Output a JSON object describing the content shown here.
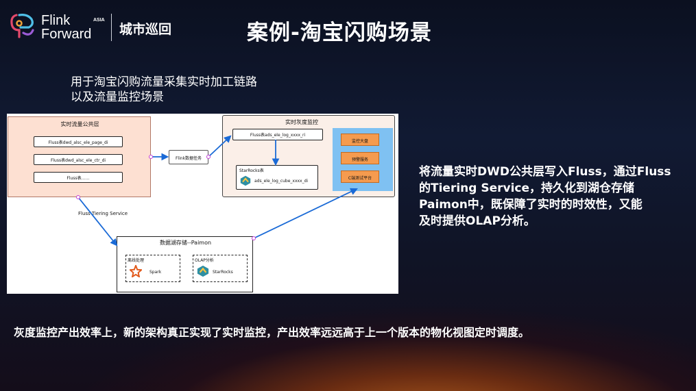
{
  "header": {
    "logo_line1": "Flink",
    "logo_line2": "Forward",
    "logo_asia": "ASIA",
    "city_tour": "城市巡回",
    "title": "案例-淘宝闪购场景"
  },
  "subtitle": {
    "line1": "用于淘宝闪购流量采集实时加工链路",
    "line2": "以及流量监控场景"
  },
  "diagram": {
    "public_layer": {
      "title": "实时流量公共层",
      "tables": [
        "Fluss表dwd_alsc_ele_page_di",
        "Fluss表dwd_alsc_ele_ctr_di",
        "Fluss表……"
      ]
    },
    "flink_task": "Flink数据任务",
    "gray_monitor": {
      "title": "实时灰度监控",
      "fluss_table": "Fluss表ads_ele_log_xxxx_ri",
      "starrocks_table_label": "StarRocks表",
      "starrocks_table_name": "ads_ele_log_cube_xxxx_di",
      "apps": [
        "监控大盘",
        "预警服务",
        "C端测试平台"
      ]
    },
    "tiering_label": "Fluss Tiering Service",
    "lake": {
      "title": "数据湖存储--Paimon",
      "offline_label": "离线处理",
      "spark_label": "Spark",
      "olap_label": "OLAP分析",
      "starrocks_label": "StarRocks"
    },
    "colors": {
      "public_layer_bg": "#fde0d2",
      "monitor_bg": "#fbefe8",
      "apps_bg": "#7fc1f2",
      "app_button": "#f59b4f",
      "arrow": "#1a6ad6"
    }
  },
  "right_text": {
    "line1": "将流量实时DWD公共层写入Fluss，通过Fluss",
    "line2_prefix": "的",
    "line2_bold": "Tiering Service",
    "line2_suffix": "，持久化到湖仓存储",
    "line3": "Paimon中，既保障了实时的时效性，又能",
    "line4": "及时提供OLAP分析。"
  },
  "bottom_text": "灰度监控产出效率上，新的架构真正实现了实时监控，产出效率远远高于上一个版本的物化视图定时调度。"
}
